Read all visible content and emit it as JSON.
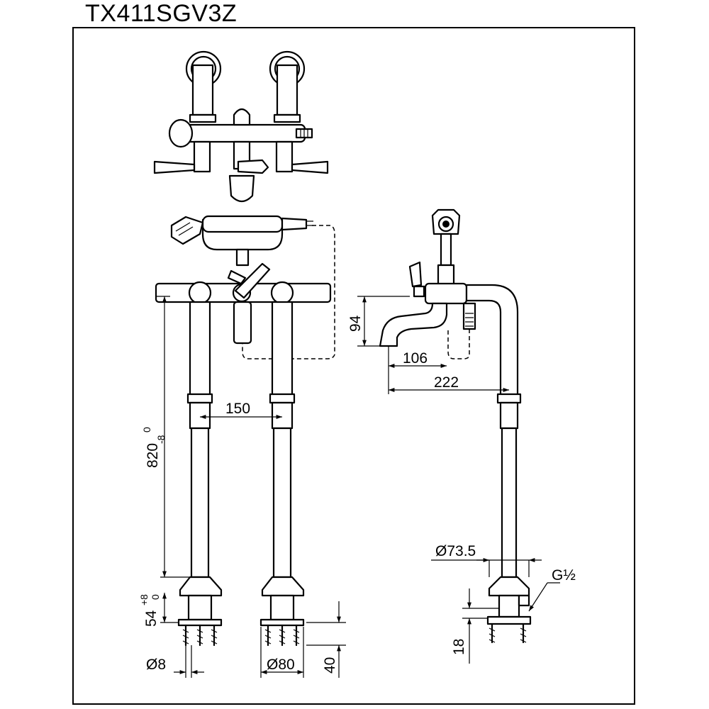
{
  "title": "TX411SGV3Z",
  "dimensions": {
    "width_top_view": "150",
    "height_total": "820",
    "height_total_tol_upper": "0",
    "height_total_tol_lower": "-8",
    "base_height": "54",
    "base_tol_upper": "+8",
    "base_tol_lower": "0",
    "bolt_diameter": "Ø8",
    "base_diameter": "Ø80",
    "anchor_depth": "40",
    "spout_height": "94",
    "spout_reach": "106",
    "center_reach": "222",
    "flange_diameter": "Ø73.5",
    "thread": "G½",
    "flange_thickness": "18"
  },
  "colors": {
    "line": "#000000",
    "background": "#ffffff"
  }
}
